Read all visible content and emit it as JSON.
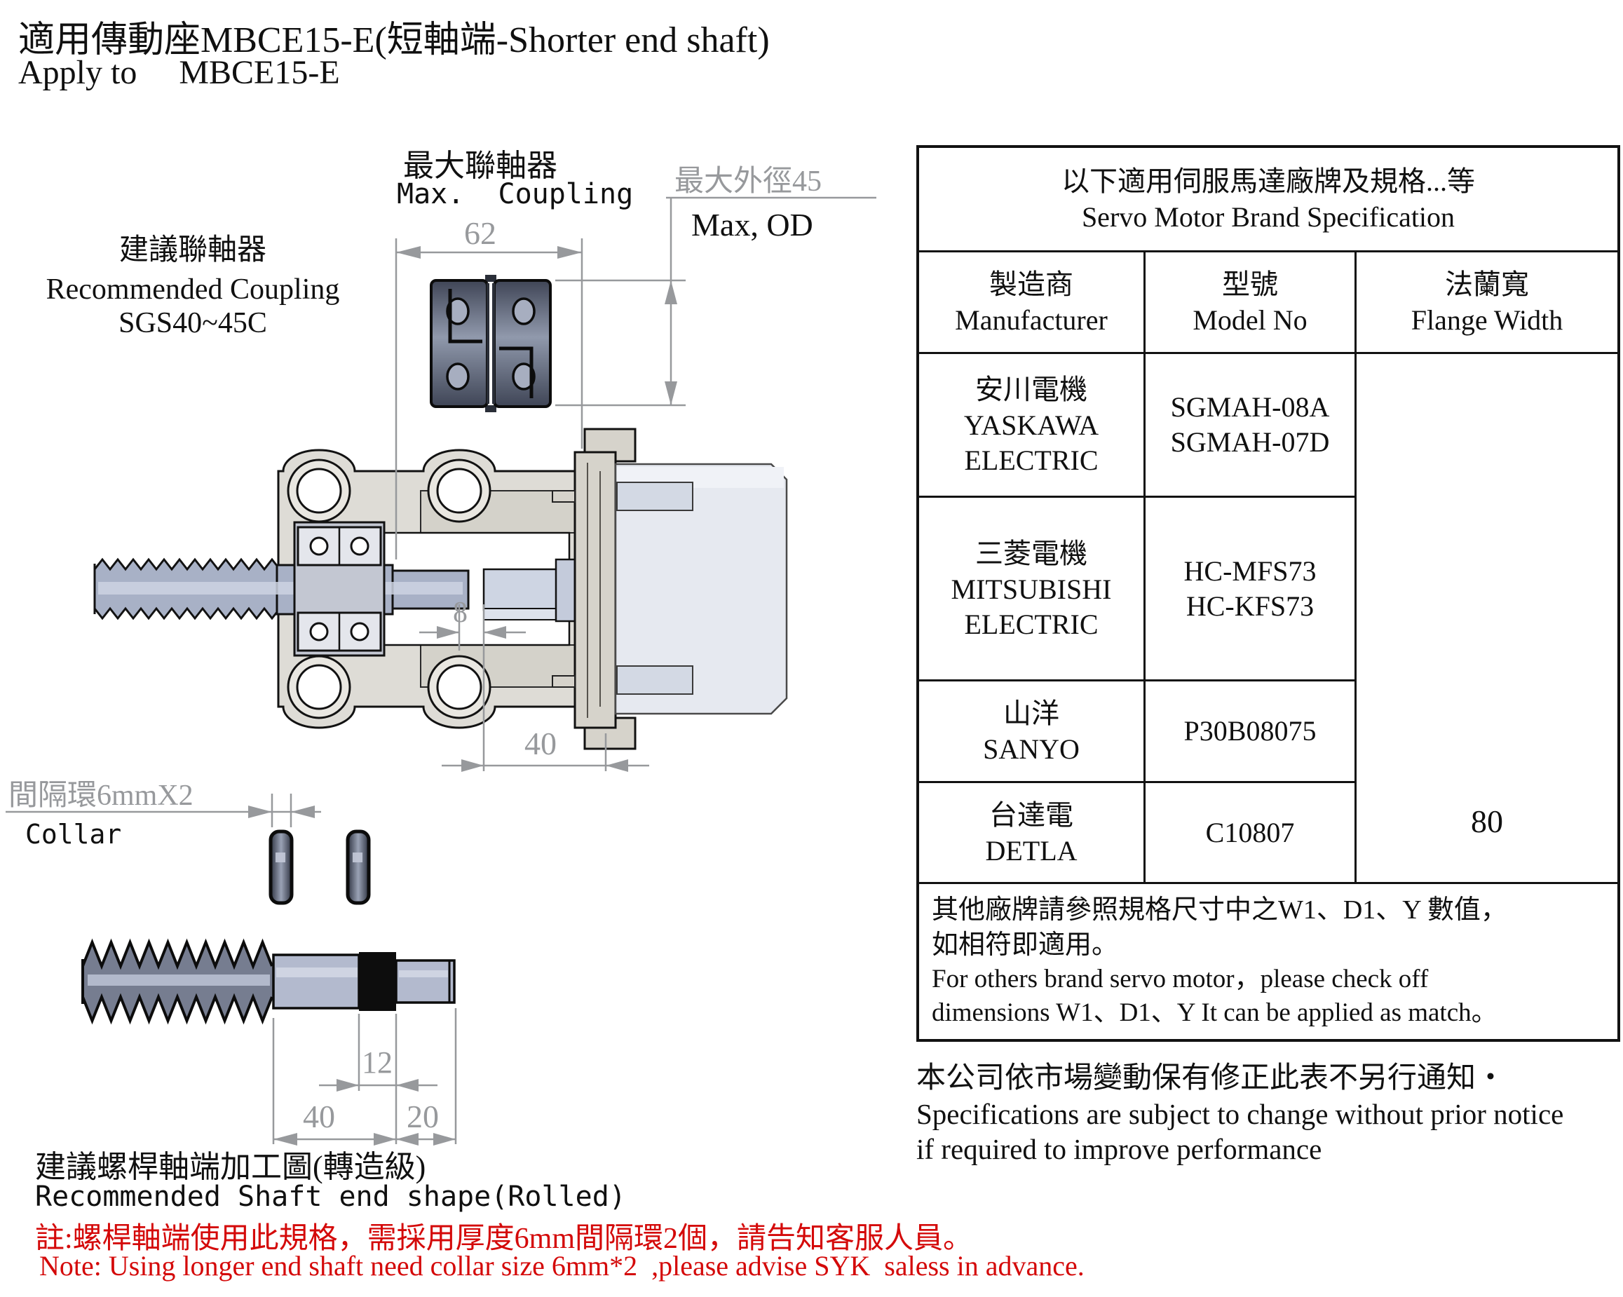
{
  "page": {
    "title_zh": "適用傳動座MBCE15-E(短軸端-Shorter end shaft)",
    "title_en": "Apply to     MBCE15-E"
  },
  "drawing": {
    "labels": {
      "max_coupling_zh": "最大聯軸器",
      "max_coupling_en": "Max.  Coupling",
      "rec_coupling_zh": "建議聯軸器",
      "rec_coupling_en": "Recommended Coupling",
      "rec_coupling_model": "SGS40~45C",
      "max_od_zh": "最大外徑45",
      "max_od_en": "Max, OD",
      "collar_zh": "間隔環6mmX2",
      "collar_en": "Collar"
    },
    "dimensions": {
      "coupling_length": "62",
      "shaft_gap": "8",
      "flange_depth": "40",
      "end_step": "12",
      "end_shank": "40",
      "end_tip": "20"
    }
  },
  "table": {
    "title_zh": "以下適用伺服馬達廠牌及規格...等",
    "title_en": "Servo Motor Brand Specification",
    "columns": [
      {
        "zh": "製造商",
        "en": "Manufacturer"
      },
      {
        "zh": "型號",
        "en": "Model No"
      },
      {
        "zh": "法蘭寬",
        "en": "Flange Width"
      }
    ],
    "rows": [
      {
        "zh": "安川電機",
        "en1": "YASKAWA",
        "en2": "ELECTRIC",
        "model1": "SGMAH-08A",
        "model2": "SGMAH-07D"
      },
      {
        "zh": "三菱電機",
        "en1": "MITSUBISHI",
        "en2": "ELECTRIC",
        "model1": "HC-MFS73",
        "model2": "HC-KFS73"
      },
      {
        "zh": "山洋",
        "en1": "SANYO",
        "en2": "",
        "model1": "P30B08075",
        "model2": ""
      },
      {
        "zh": "台達電",
        "en1": "DETLA",
        "en2": "",
        "model1": "C10807",
        "model2": ""
      }
    ],
    "flange_width": "80",
    "note_zh1": "其他廠牌請參照規格尺寸中之W1、D1、Y 數值，",
    "note_zh2": "如相符即適用。",
    "note_en1": "For others brand servo motor，please check off",
    "note_en2": "dimensions W1、D1、Y It can be applied as match。"
  },
  "notes": {
    "change_zh": "本公司依市場變動保有修正此表不另行通知・",
    "change_en1": "Specifications are subject to change without prior notice",
    "change_en2": "if required to improve performance",
    "shaft_zh": "建議螺桿軸端加工圖(轉造級)",
    "shaft_en": "Recommended Shaft end shape(Rolled)",
    "red_zh": "註:螺桿軸端使用此規格，需採用厚度6mm間隔環2個，請告知客服人員。",
    "red_en": "Note: Using longer end shaft need collar size 6mm*2  ,please advise SYK  saless in advance."
  },
  "colors": {
    "accent_red": "#d40909",
    "dimension_gray": "#97999c",
    "steel_light": "#a8b1c6",
    "slate_dark": "#4a5163",
    "housing_gray": "#dedcd6"
  }
}
